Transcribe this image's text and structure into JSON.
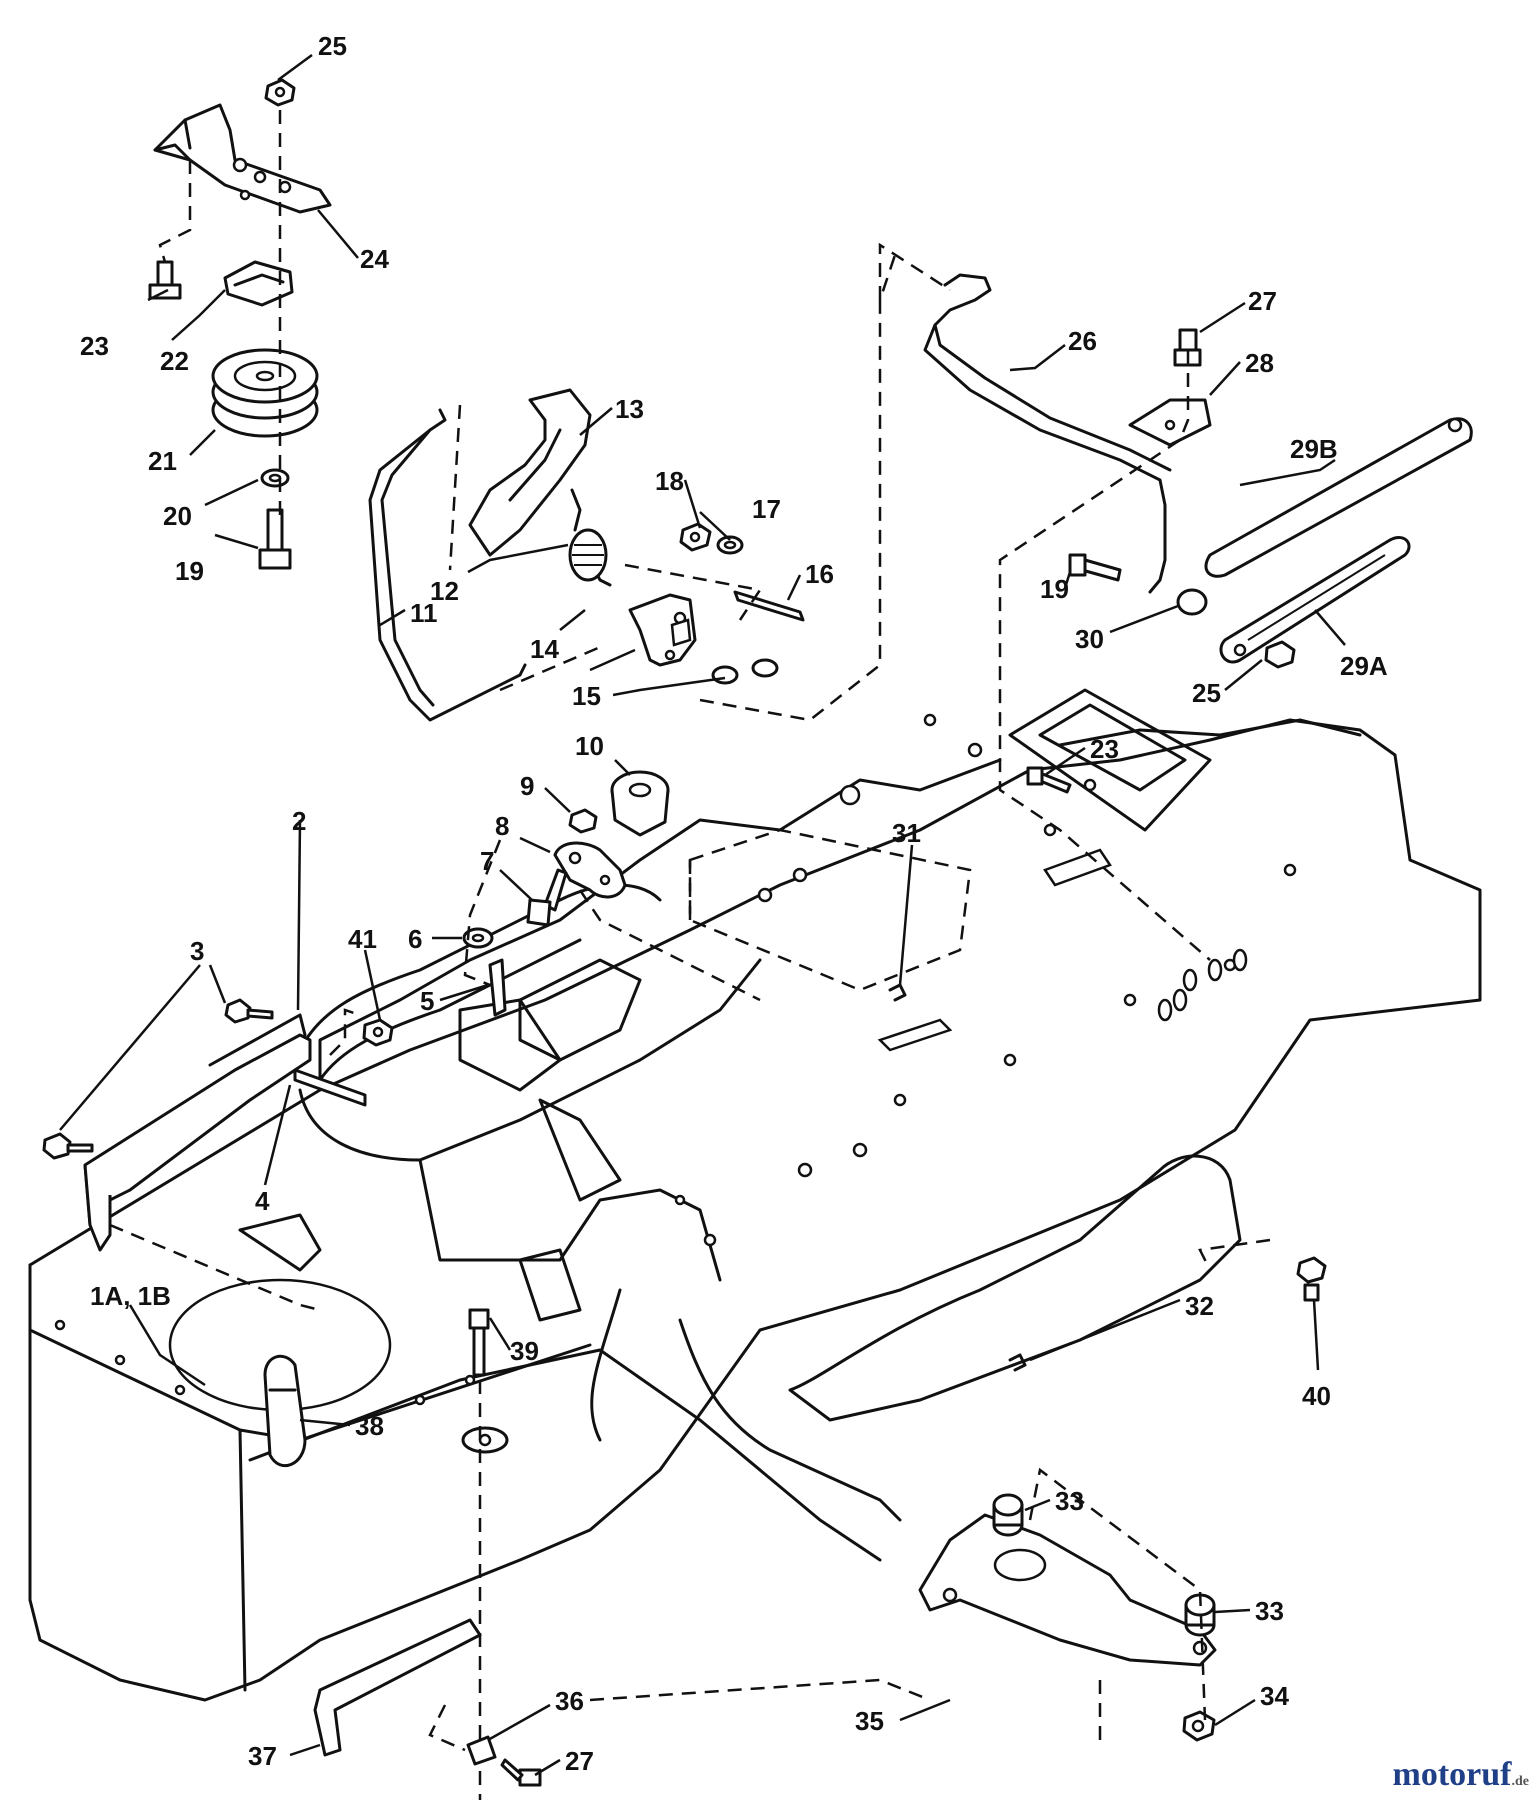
{
  "labels": {
    "l1ab": "1A, 1B",
    "l2": "2",
    "l3": "3",
    "l4": "4",
    "l5": "5",
    "l6": "6",
    "l7": "7",
    "l8": "8",
    "l9": "9",
    "l10": "10",
    "l11": "11",
    "l12": "12",
    "l13": "13",
    "l14": "14",
    "l15": "15",
    "l16": "16",
    "l17": "17",
    "l18": "18",
    "l19a": "19",
    "l19b": "19",
    "l20": "20",
    "l21": "21",
    "l22": "22",
    "l23a": "23",
    "l23b": "23",
    "l24": "24",
    "l25a": "25",
    "l25b": "25",
    "l26": "26",
    "l27a": "27",
    "l27b": "27",
    "l28": "28",
    "l29a": "29A",
    "l29b": "29B",
    "l30": "30",
    "l31": "31",
    "l32": "32",
    "l33a": "33",
    "l33b": "33",
    "l34": "34",
    "l35": "35",
    "l36": "36",
    "l37": "37",
    "l38": "38",
    "l39": "39",
    "l40": "40",
    "l41": "41"
  },
  "watermark": {
    "brand": "motoruf",
    "suffix": ".de"
  }
}
